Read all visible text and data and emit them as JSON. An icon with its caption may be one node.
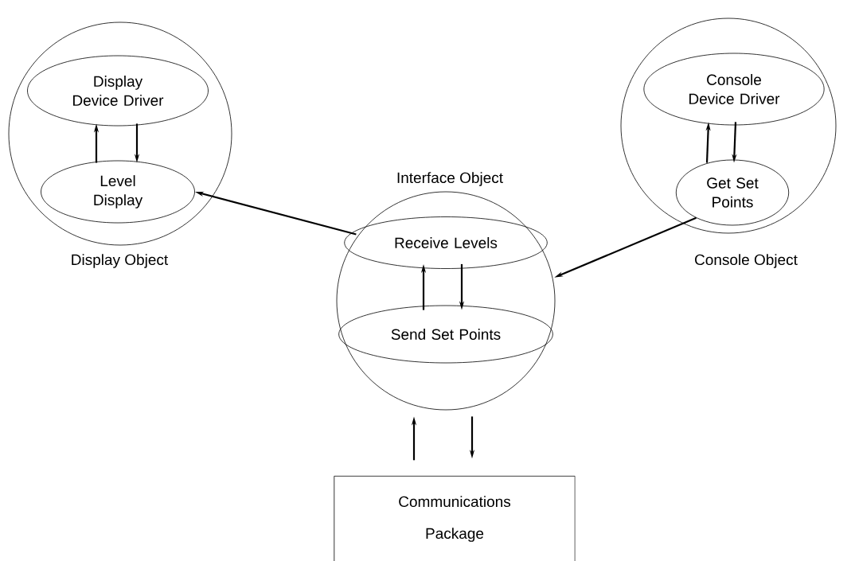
{
  "diagram": {
    "nodes": [
      {
        "text": [
          "Display Object"
        ]
      },
      {
        "text": [
          "Display Device Driver"
        ],
        "in": 0
      },
      {
        "text": [
          "Level Display"
        ],
        "in": 0
      },
      {
        "text": [
          "Interface Object"
        ]
      },
      {
        "text": [
          "Receive Levels"
        ],
        "in": 3
      },
      {
        "text": [
          "Send Set Points"
        ],
        "in": 3
      },
      {
        "text": [
          "Console Object"
        ]
      },
      {
        "text": [
          "Console Device Driver"
        ],
        "in": 6
      },
      {
        "text": [
          "Get Set Points"
        ],
        "in": 6
      },
      {
        "text": [
          "Communications Package"
        ]
      }
    ],
    "edges": [
      {
        "from": 2,
        "to": 1,
        "arrow": "to"
      },
      {
        "from": 1,
        "to": 2,
        "arrow": "to"
      },
      {
        "from": 3,
        "to": 2,
        "arrow": "to"
      },
      {
        "from": 5,
        "to": 4,
        "arrow": "to"
      },
      {
        "from": 4,
        "to": 5,
        "arrow": "to"
      },
      {
        "from": 8,
        "to": 3,
        "arrow": "to"
      },
      {
        "from": 8,
        "to": 7,
        "arrow": "to"
      },
      {
        "from": 7,
        "to": 8,
        "arrow": "to"
      },
      {
        "from": 9,
        "to": 3,
        "arrow": "to"
      },
      {
        "from": 3,
        "to": 9,
        "arrow": "to"
      }
    ]
  }
}
